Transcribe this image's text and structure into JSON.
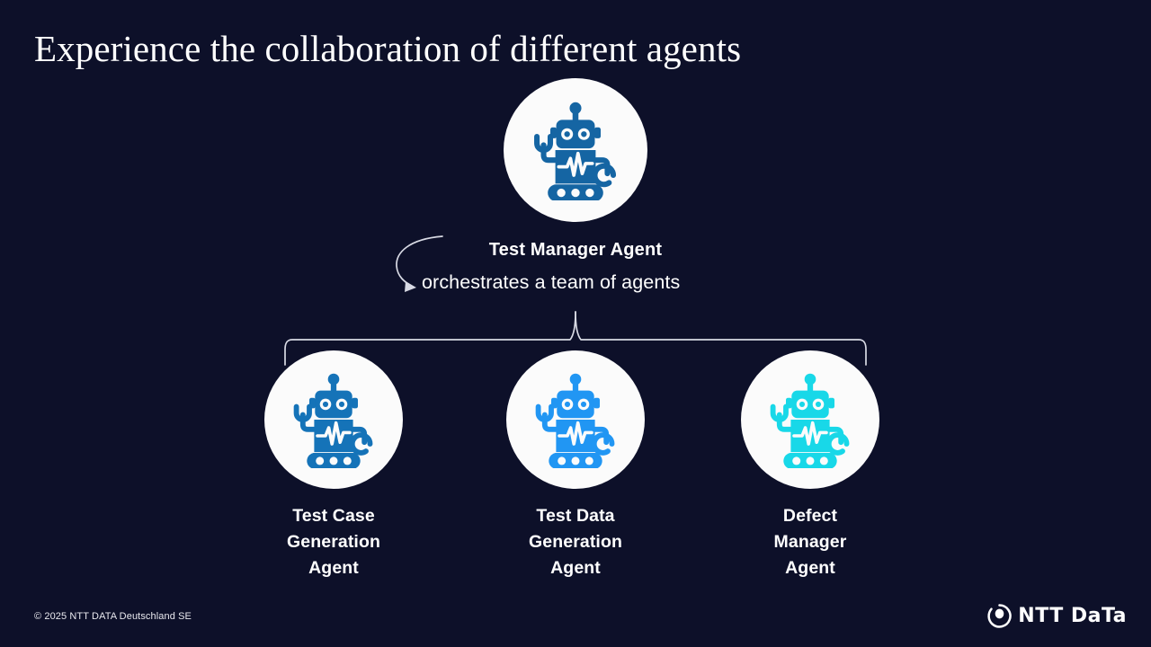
{
  "slide": {
    "background_color": "#0d1029",
    "title": "Experience the collaboration of different agents"
  },
  "manager": {
    "label": "Test Manager Agent",
    "icon": "robot-icon",
    "icon_color": "#1565a3",
    "disc_color": "#fbfbfb"
  },
  "connector": {
    "caption": "orchestrates a team of agents",
    "arrow": "curved-arrow-icon",
    "bracket": "bracket-connector",
    "line_color": "#d8dae4"
  },
  "children": [
    {
      "label_lines": [
        "Test Case",
        "Generation",
        "Agent"
      ],
      "icon": "robot-icon",
      "icon_color": "#1573b8",
      "disc_color": "#fbfbfb"
    },
    {
      "label_lines": [
        "Test Data",
        "Generation",
        "Agent"
      ],
      "icon": "robot-icon",
      "icon_color": "#2196f3",
      "disc_color": "#fbfbfb"
    },
    {
      "label_lines": [
        "Defect",
        "Manager",
        "Agent"
      ],
      "icon": "robot-icon",
      "icon_color": "#18d8e8",
      "disc_color": "#fbfbfb"
    }
  ],
  "footer": {
    "copyright": "© 2025 NTT DATA Deutschland SE",
    "logo_mark": "ntt-data-circle-mark",
    "logo_text": "NTT DaTa"
  }
}
